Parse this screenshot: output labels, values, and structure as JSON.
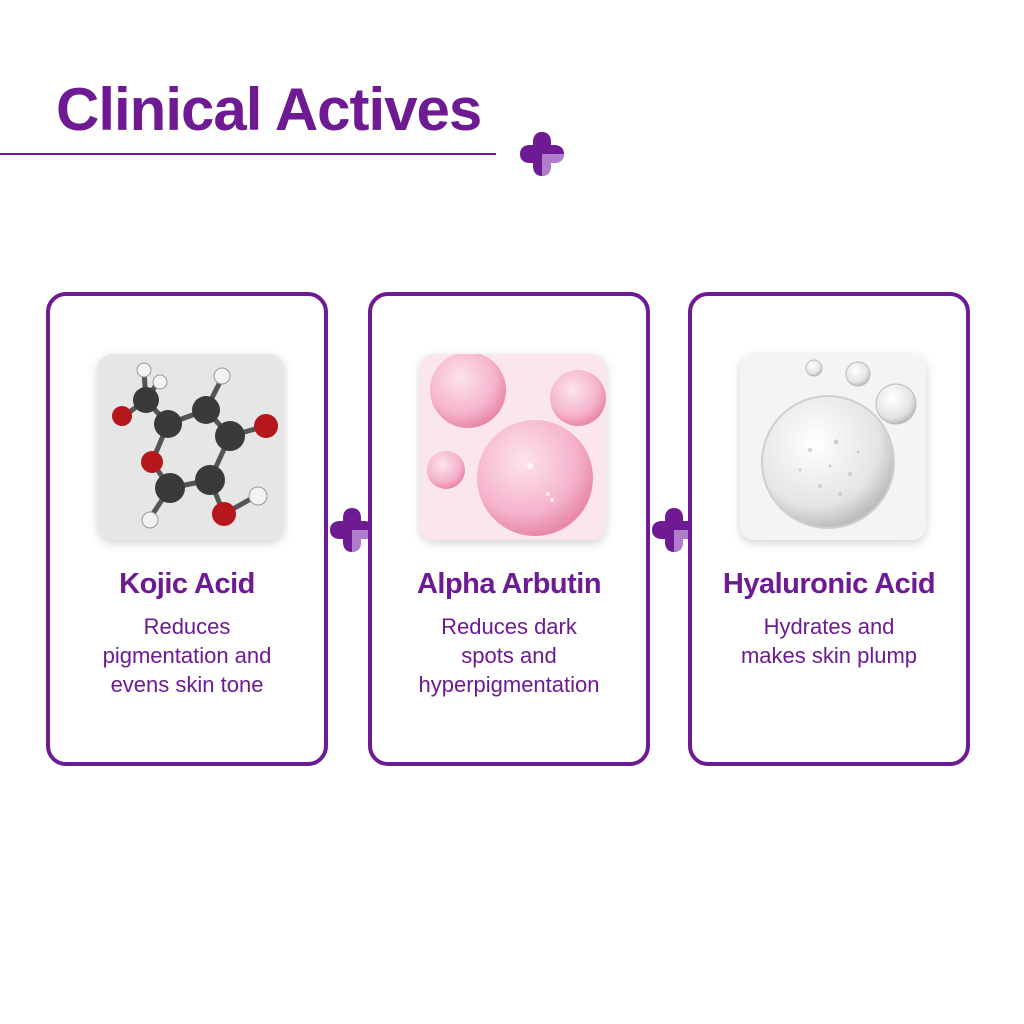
{
  "title": "Clinical Actives",
  "colors": {
    "brand": "#6d1a93",
    "brand_light": "#b07ccc"
  },
  "cards": [
    {
      "name": "Kojic Acid",
      "description": "Reduces\npigmentation and\nevens skin tone",
      "image": "kojic-acid-molecule"
    },
    {
      "name": "Alpha Arbutin",
      "description": "Reduces dark\nspots and\nhyperpigmentation",
      "image": "pink-serum-droplets"
    },
    {
      "name": "Hyaluronic Acid",
      "description": "Hydrates and\nmakes skin plump",
      "image": "clear-gel-droplets"
    }
  ]
}
